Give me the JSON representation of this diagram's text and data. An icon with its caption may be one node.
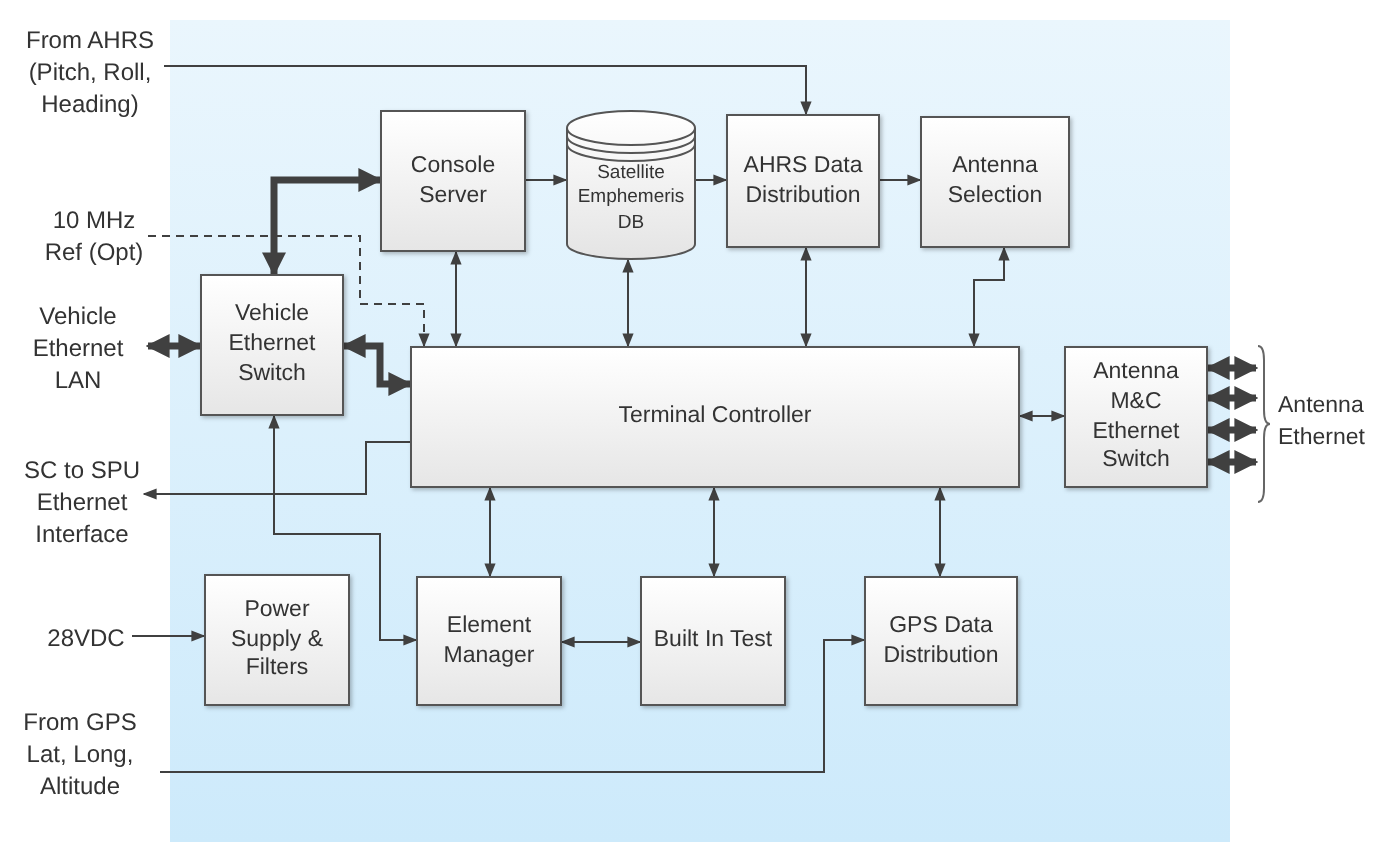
{
  "diagram": {
    "nodes": [
      {
        "text": [
          "From AHRS (Pitch, Roll, Heading)"
        ]
      },
      {
        "text": [
          "10 MHz Ref (Opt)"
        ]
      },
      {
        "text": [
          "Vehicle Ethernet LAN"
        ]
      },
      {
        "text": [
          "SC to SPU Ethernet Interface"
        ]
      },
      {
        "text": [
          "28VDC"
        ]
      },
      {
        "text": [
          "From GPS Lat, Long, Altitude"
        ]
      },
      {
        "text": [
          "Console Server"
        ]
      },
      {
        "text": [
          "Satellite Emphemeris DB"
        ]
      },
      {
        "text": [
          "AHRS Data Distribution"
        ]
      },
      {
        "text": [
          "Antenna Selection"
        ]
      },
      {
        "text": [
          "Vehicle Ethernet Switch"
        ]
      },
      {
        "text": [
          "Terminal Controller"
        ]
      },
      {
        "text": [
          "Antenna M&C Ethernet Switch"
        ]
      },
      {
        "text": [
          "Power Supply & Filters"
        ]
      },
      {
        "text": [
          "Element Manager"
        ]
      },
      {
        "text": [
          "Built In Test"
        ]
      },
      {
        "text": [
          "GPS Data Distribution"
        ]
      },
      {
        "text": [
          "Antenna Ethernet"
        ]
      }
    ],
    "edges": [
      {
        "from": 0,
        "to": 8,
        "arrow": "to"
      },
      {
        "from": 1,
        "to": 11,
        "arrow": "to",
        "style": "dashed"
      },
      {
        "from": 10,
        "to": 6,
        "arrow": "both",
        "style": "thick"
      },
      {
        "from": 6,
        "to": 7,
        "arrow": "to"
      },
      {
        "from": 7,
        "to": 8,
        "arrow": "to"
      },
      {
        "from": 8,
        "to": 9,
        "arrow": "to"
      },
      {
        "from": 6,
        "to": 11,
        "arrow": "both"
      },
      {
        "from": 7,
        "to": 11,
        "arrow": "both"
      },
      {
        "from": 8,
        "to": 11,
        "arrow": "both"
      },
      {
        "from": 9,
        "to": 11,
        "arrow": "both"
      },
      {
        "from": 2,
        "to": 10,
        "arrow": "both",
        "style": "thick"
      },
      {
        "from": 10,
        "to": 11,
        "arrow": "both",
        "style": "thick"
      },
      {
        "from": 11,
        "to": 3,
        "arrow": "to"
      },
      {
        "from": 10,
        "to": 14,
        "arrow": "both"
      },
      {
        "from": 11,
        "to": 14,
        "arrow": "both"
      },
      {
        "from": 11,
        "to": 15,
        "arrow": "both"
      },
      {
        "from": 11,
        "to": 16,
        "arrow": "both"
      },
      {
        "from": 14,
        "to": 15,
        "arrow": "both"
      },
      {
        "from": 4,
        "to": 13,
        "arrow": "to"
      },
      {
        "from": 5,
        "to": 16,
        "arrow": "to"
      },
      {
        "from": 11,
        "to": 12,
        "arrow": "both"
      },
      {
        "from": 12,
        "to": 17,
        "arrow": "both",
        "style": "thick"
      },
      {
        "from": 12,
        "to": 17,
        "arrow": "both",
        "style": "thick"
      },
      {
        "from": 12,
        "to": 17,
        "arrow": "both",
        "style": "thick"
      },
      {
        "from": 12,
        "to": 17,
        "arrow": "both",
        "style": "thick"
      }
    ]
  }
}
